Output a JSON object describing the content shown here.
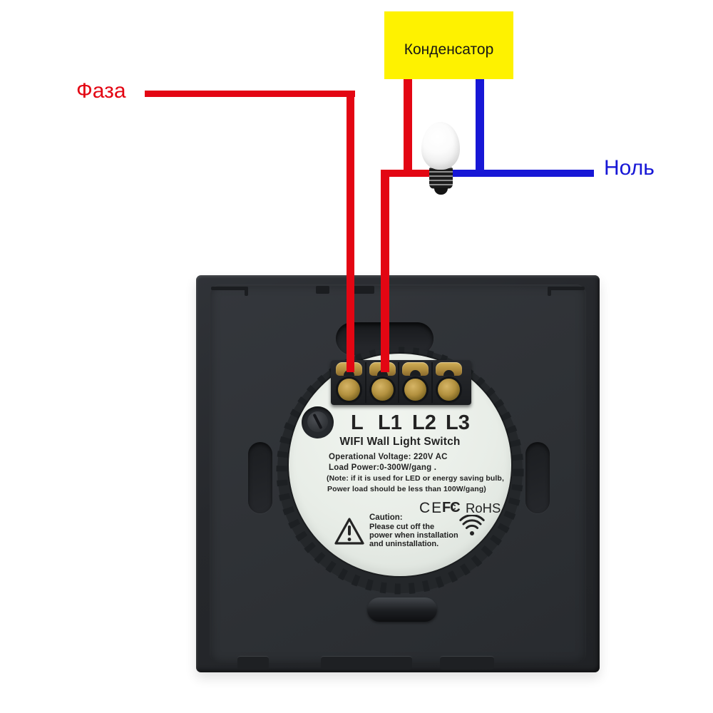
{
  "wiring": {
    "phase_label": "Фаза",
    "neutral_label": "Ноль",
    "capacitor_label": "Конденсатор",
    "phase_color": "#e30613",
    "neutral_color": "#1717d6",
    "capacitor_fill": "#fef200"
  },
  "device": {
    "terminals": [
      "L",
      "L1",
      "L2",
      "L3"
    ],
    "title": "WIFI Wall Light Switch",
    "spec_lines": [
      "Operational Voltage: 220V AC",
      "Load Power:0-300W/gang .",
      "(Note: if it is used for LED or energy saving bulb,",
      "Power load should be less than 100W/gang)"
    ],
    "certifications": {
      "ce": "CE",
      "fcc": "FC",
      "fcc_inner": "C",
      "rohs": "RoHS"
    },
    "caution": {
      "title": "Caution:",
      "lines": [
        "Please cut off the",
        "power when installation",
        "and uninstallation."
      ]
    },
    "label_disc_color": "#e8ede7",
    "plate_color": "#26282c",
    "brass_color": "#b5954c"
  },
  "icons": {
    "wifi": "wifi-signal-icon",
    "warning": "warning-triangle-icon",
    "bulb": "light-bulb"
  }
}
